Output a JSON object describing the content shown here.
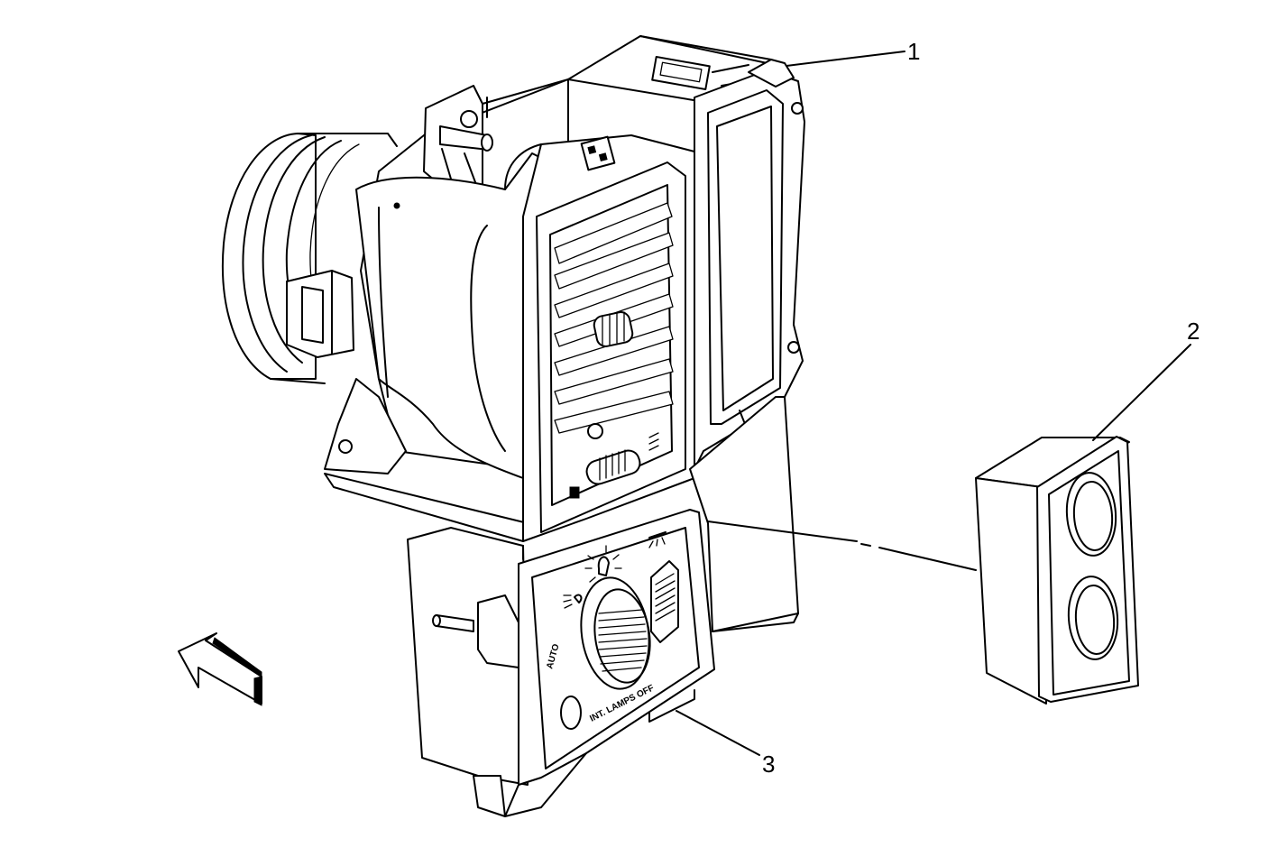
{
  "callouts": [
    {
      "id": "1",
      "label": "1"
    },
    {
      "id": "2",
      "label": "2"
    },
    {
      "id": "3",
      "label": "3"
    }
  ],
  "panel": {
    "auto_label": "AUTO",
    "lamps_label": "INT. LAMPS OFF"
  },
  "icons": {
    "front": "arrow-icon",
    "headlamp": "headlamp-icon",
    "parking": "parking-lamp-icon",
    "dome": "dome-lamp-icon"
  },
  "colors": {
    "line": "#000000",
    "background": "#ffffff"
  }
}
